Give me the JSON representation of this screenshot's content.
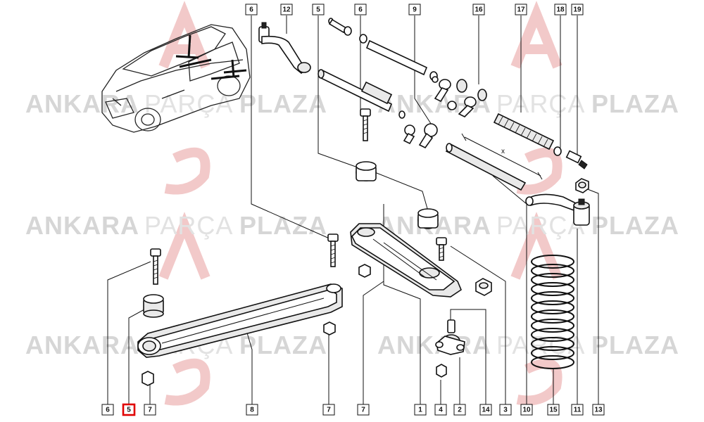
{
  "watermark": {
    "word1": "ANKARA",
    "word2": "PARÇA",
    "word3": "PLAZA"
  },
  "labels": {
    "top": [
      "6",
      "12",
      "5",
      "6",
      "9",
      "16",
      "17",
      "18",
      "19"
    ],
    "bottom": [
      "6",
      "5",
      "7",
      "8",
      "7",
      "7",
      "1",
      "4",
      "2",
      "14",
      "3",
      "10",
      "15",
      "11",
      "13"
    ],
    "highlighted_bottom_index": 1
  },
  "dimension_marker": "x",
  "colors": {
    "highlight": "#e00000",
    "watermark": "#d6d6d6",
    "logo": "#f2c9c9"
  }
}
